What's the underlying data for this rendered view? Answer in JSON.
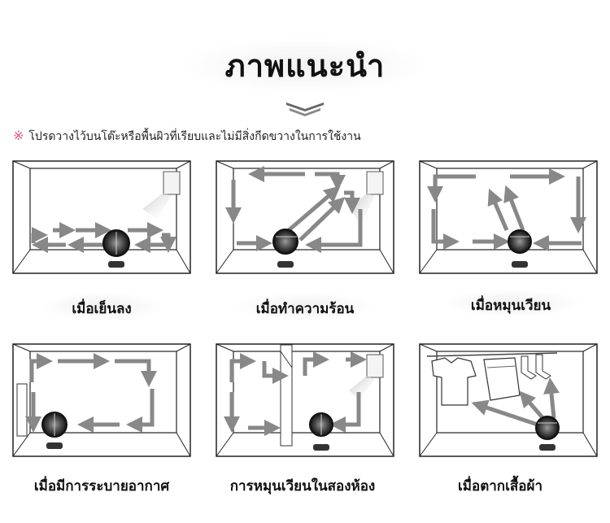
{
  "title": "ภาพแนะนำ",
  "note": {
    "mark": "※",
    "text": "โปรดวางไว้บนโต๊ะหรือพื้นผิวที่เรียบและไม่มีสิ่งกีดขวางในการใช้งาน"
  },
  "captions": [
    "เมื่อเย็นลง",
    "เมื่อทำความร้อน",
    "เมื่อหมุนเวียน",
    "เมื่อมีการระบายอากาศ",
    "การหมุนเวียนในสองห้อง",
    "เมื่อตากเสื้อผ้า"
  ],
  "colors": {
    "arrow": "#8a8a8a",
    "line": "#222222",
    "accent": "#e0558a"
  }
}
